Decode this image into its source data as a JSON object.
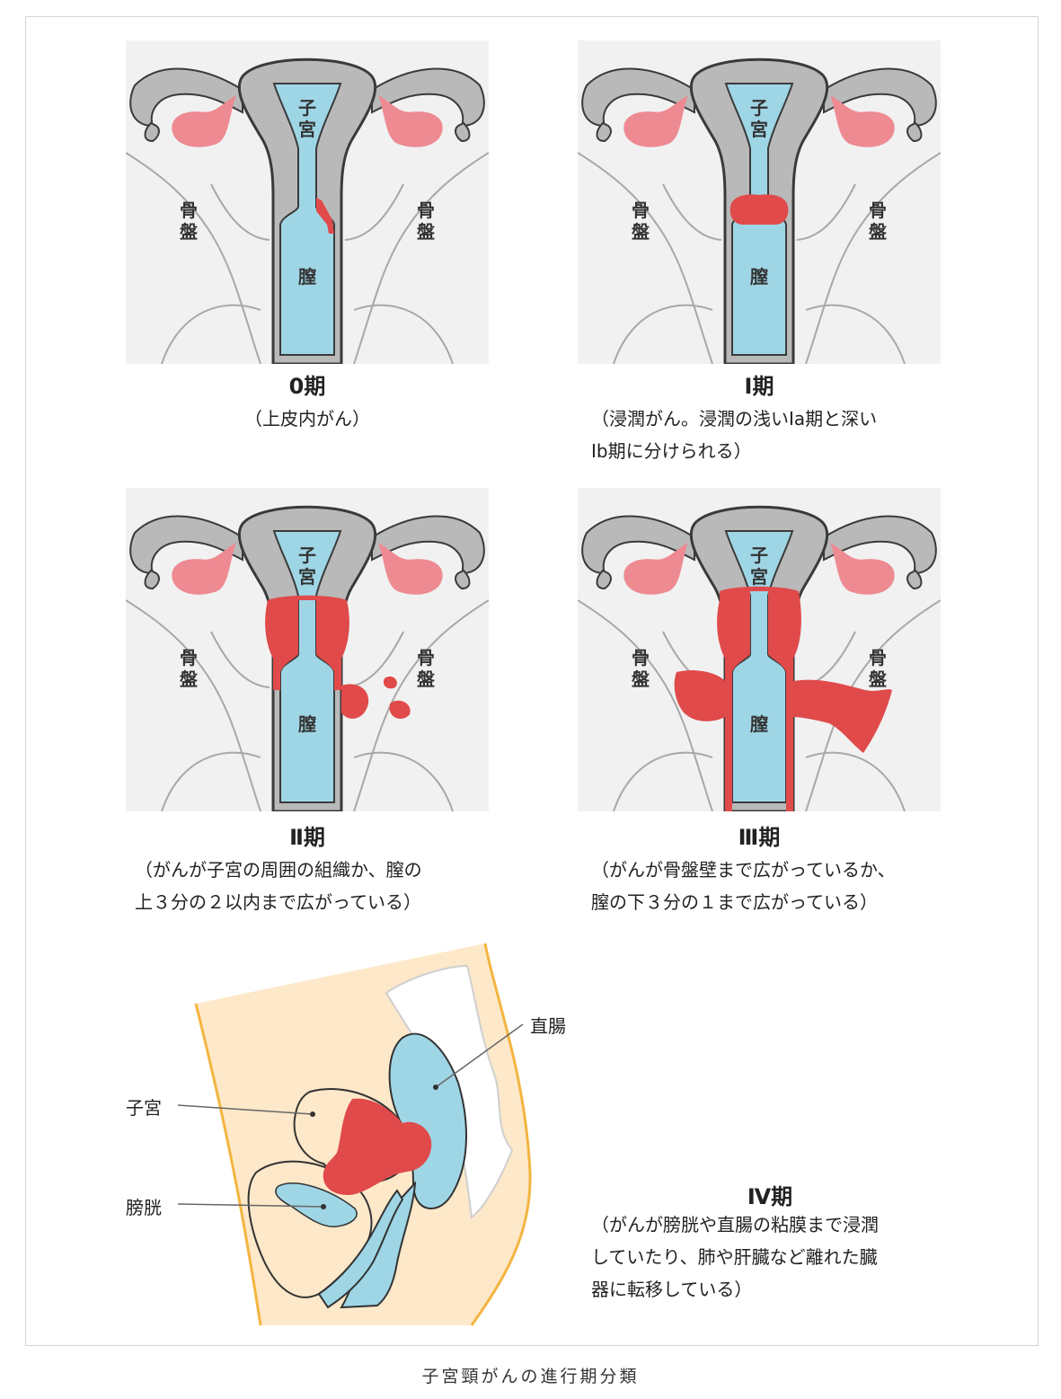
{
  "colors": {
    "background": "#f1f1f1",
    "uterus_gray": "#b9b9b9",
    "uterus_outline": "#3a3a3a",
    "cavity_blue": "#9fd6e6",
    "ovary_pink": "#ee8a92",
    "cancer_red": "#e04a4a",
    "skin": "#fde8c9",
    "skin_edge": "#f3b540",
    "border": "#d6d6d6"
  },
  "stages": [
    {
      "id": "stage0",
      "title": "0期",
      "desc": "（上皮内がん）",
      "extent": "epithelial"
    },
    {
      "id": "stage1",
      "title": "Ⅰ期",
      "desc": "（浸潤がん。浸潤の浅いⅠa期と深い\nⅠb期に分けられる）",
      "extent": "cervix"
    },
    {
      "id": "stage2",
      "title": "Ⅱ期",
      "desc": "（がんが子宮の周囲の組織か、膣の\n上３分の２以内まで広がっている）",
      "extent": "parametrium"
    },
    {
      "id": "stage3",
      "title": "Ⅲ期",
      "desc": "（がんが骨盤壁まで広がっているか、\n膣の下３分の１まで広がっている）",
      "extent": "pelvic-wall"
    }
  ],
  "anatomy_labels": {
    "uterus": [
      "子",
      "宮"
    ],
    "pelvis": [
      "骨",
      "盤"
    ],
    "vagina": "膣"
  },
  "stage4": {
    "title": "Ⅳ期",
    "desc": "（がんが膀胱や直腸の粘膜まで浸潤\nしていたり、肺や肝臓など離れた臓\n器に転移している）",
    "labels": {
      "uterus": "子宮",
      "bladder": "膀胱",
      "rectum": "直腸"
    }
  },
  "caption": "子宮頸がんの進行期分類"
}
